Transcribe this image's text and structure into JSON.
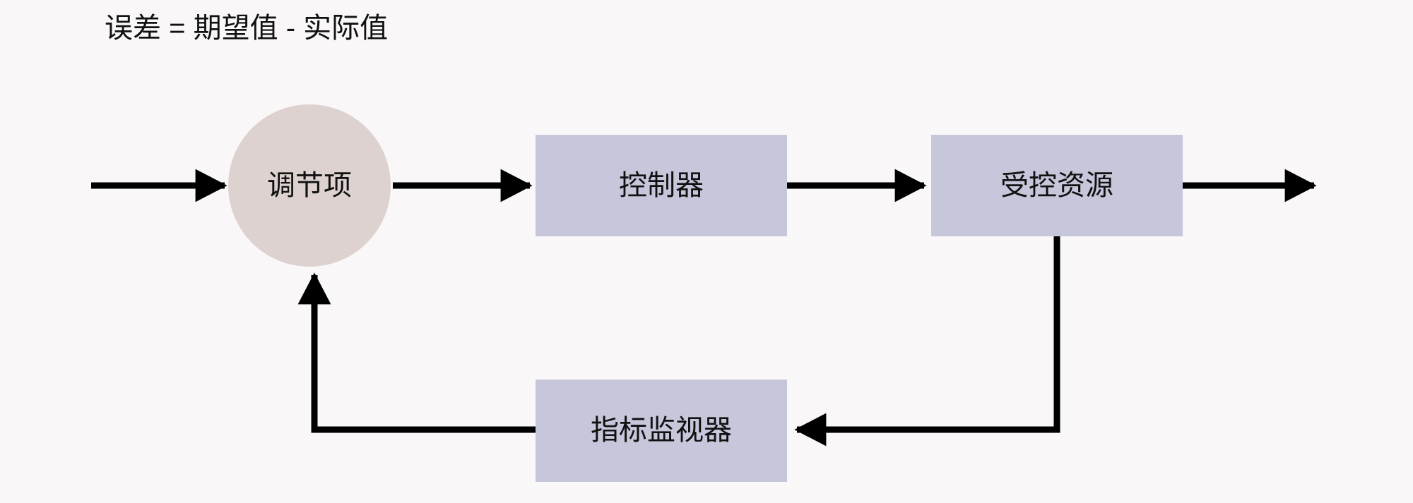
{
  "diagram": {
    "title_text": "误差 = 期望值 - 实际值",
    "background_color": "#F9F7F8",
    "box_fill_color": "#C7C7DC",
    "circle_fill_color": "#DDD2D0",
    "line_color": "#000000",
    "text_color": "#111111",
    "nodes": [
      {
        "id": "summing-junction",
        "label": "调节项",
        "shape": "circle"
      },
      {
        "id": "controller",
        "label": "控制器",
        "shape": "rect"
      },
      {
        "id": "controlled-resource",
        "label": "受控资源",
        "shape": "rect"
      },
      {
        "id": "metric-monitor",
        "label": "指标监视器",
        "shape": "rect"
      }
    ],
    "edges": [
      {
        "id": "input-to-junction",
        "from": "input",
        "to": "summing-junction"
      },
      {
        "id": "junction-to-controller",
        "from": "summing-junction",
        "to": "controller"
      },
      {
        "id": "controller-to-resource",
        "from": "controller",
        "to": "controlled-resource"
      },
      {
        "id": "resource-to-output",
        "from": "controlled-resource",
        "to": "output"
      },
      {
        "id": "resource-to-monitor",
        "from": "controlled-resource",
        "to": "metric-monitor"
      },
      {
        "id": "monitor-to-junction",
        "from": "metric-monitor",
        "to": "summing-junction"
      }
    ]
  }
}
